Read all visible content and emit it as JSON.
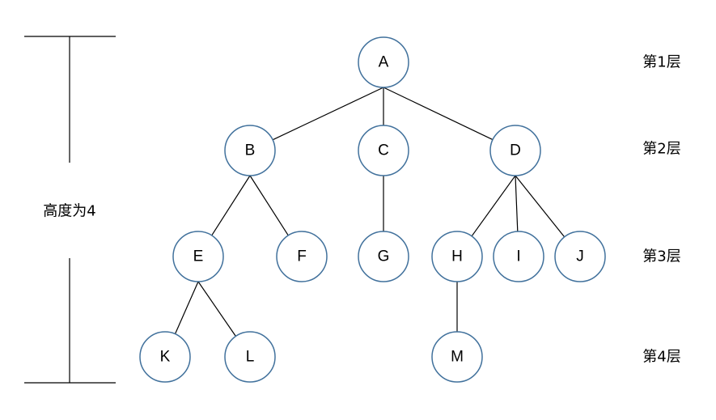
{
  "height_label": "高度为4",
  "level_labels": [
    "第1层",
    "第2层",
    "第3层",
    "第4层"
  ],
  "nodes": [
    {
      "id": "A",
      "label": "A",
      "level": 1
    },
    {
      "id": "B",
      "label": "B",
      "level": 2,
      "parent": "A"
    },
    {
      "id": "C",
      "label": "C",
      "level": 2,
      "parent": "A"
    },
    {
      "id": "D",
      "label": "D",
      "level": 2,
      "parent": "A"
    },
    {
      "id": "E",
      "label": "E",
      "level": 3,
      "parent": "B"
    },
    {
      "id": "F",
      "label": "F",
      "level": 3,
      "parent": "B"
    },
    {
      "id": "G",
      "label": "G",
      "level": 3,
      "parent": "C"
    },
    {
      "id": "H",
      "label": "H",
      "level": 3,
      "parent": "D"
    },
    {
      "id": "I",
      "label": "I",
      "level": 3,
      "parent": "D"
    },
    {
      "id": "J",
      "label": "J",
      "level": 3,
      "parent": "D"
    },
    {
      "id": "K",
      "label": "K",
      "level": 4,
      "parent": "E"
    },
    {
      "id": "L",
      "label": "L",
      "level": 4,
      "parent": "E"
    },
    {
      "id": "M",
      "label": "M",
      "level": 4,
      "parent": "H"
    }
  ],
  "colors": {
    "node_border": "#41719c",
    "node_fill": "#ffffff",
    "line": "#000000",
    "text": "#000000"
  }
}
